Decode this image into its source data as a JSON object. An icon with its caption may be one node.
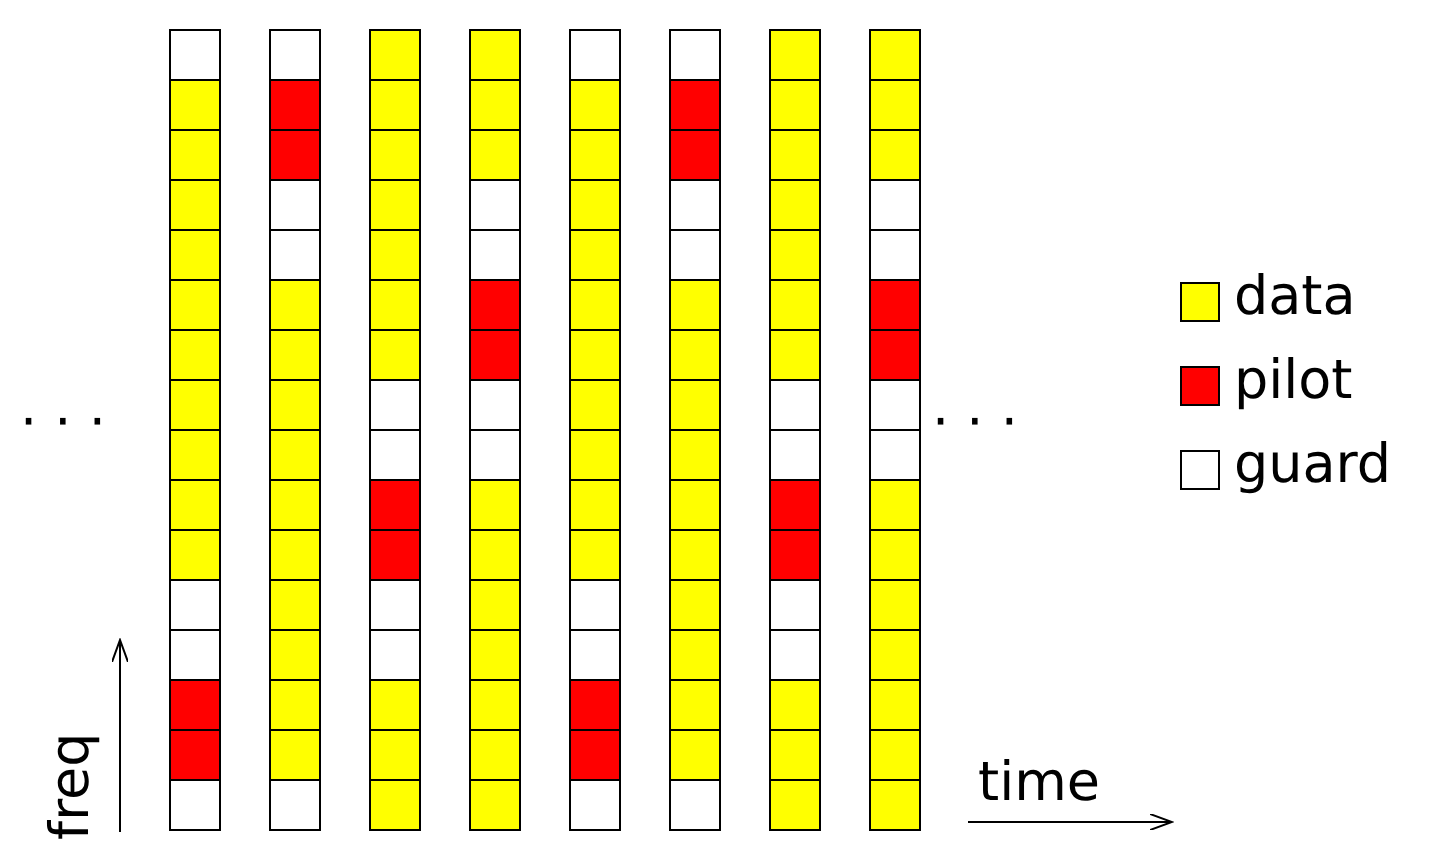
{
  "diagram": {
    "labels": [
      "· · ·",
      "· · ·",
      "freq",
      "time"
    ],
    "legend": [
      {
        "text": "data",
        "color": "#ffff00"
      },
      {
        "text": "pilot",
        "color": "#ff0000"
      },
      {
        "text": "guard",
        "color": "#ffffff"
      }
    ]
  }
}
